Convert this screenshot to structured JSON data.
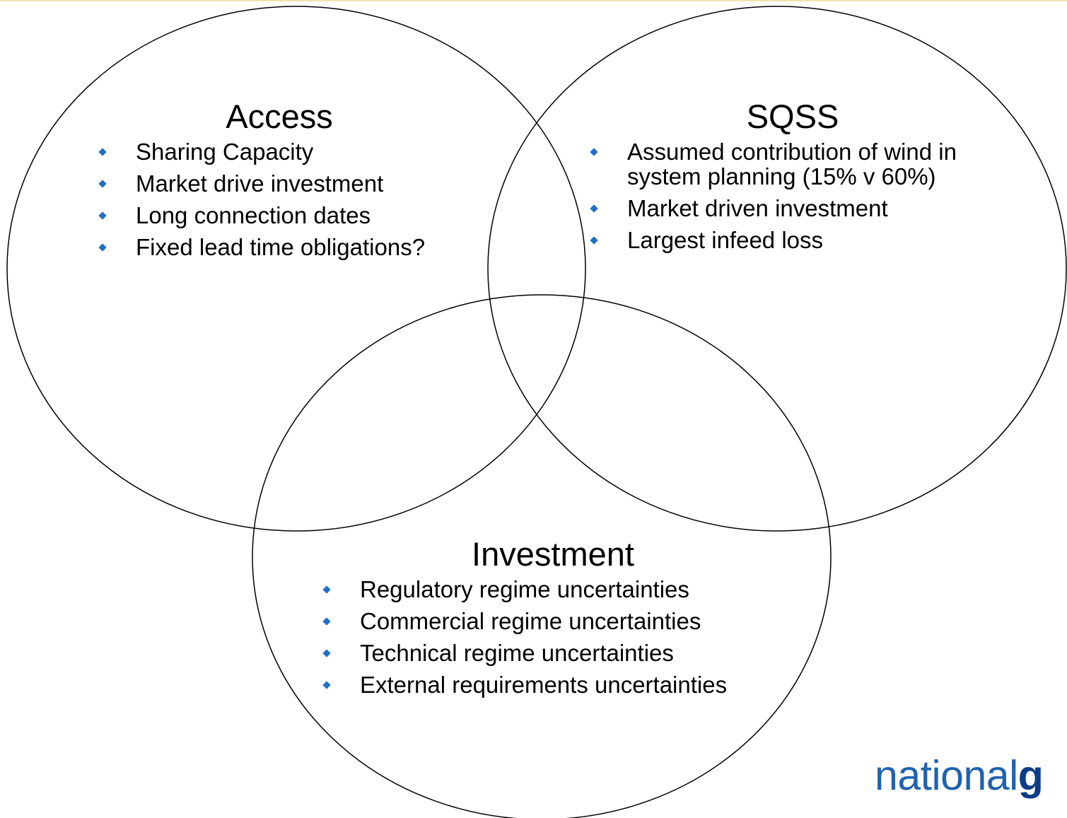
{
  "circles": [
    {
      "title": "Access",
      "items": [
        "Sharing Capacity",
        "Market drive investment",
        "Long connection dates",
        "Fixed lead time obligations?"
      ]
    },
    {
      "title": "SQSS",
      "items": [
        "Assumed contribution of wind in system planning (15% v 60%)",
        "Market driven investment",
        "Largest infeed loss"
      ]
    },
    {
      "title": "Investment",
      "items": [
        "Regulatory regime uncertainties",
        "Commercial regime uncertainties",
        "Technical regime uncertainties",
        "External requirements uncertainties"
      ]
    }
  ],
  "logo": {
    "light": "national",
    "bold": "g"
  },
  "colors": {
    "bullet": "#1f6fc9",
    "logo": "#1f62b0",
    "logo_bold": "#0d3c86",
    "stroke": "#000000"
  }
}
